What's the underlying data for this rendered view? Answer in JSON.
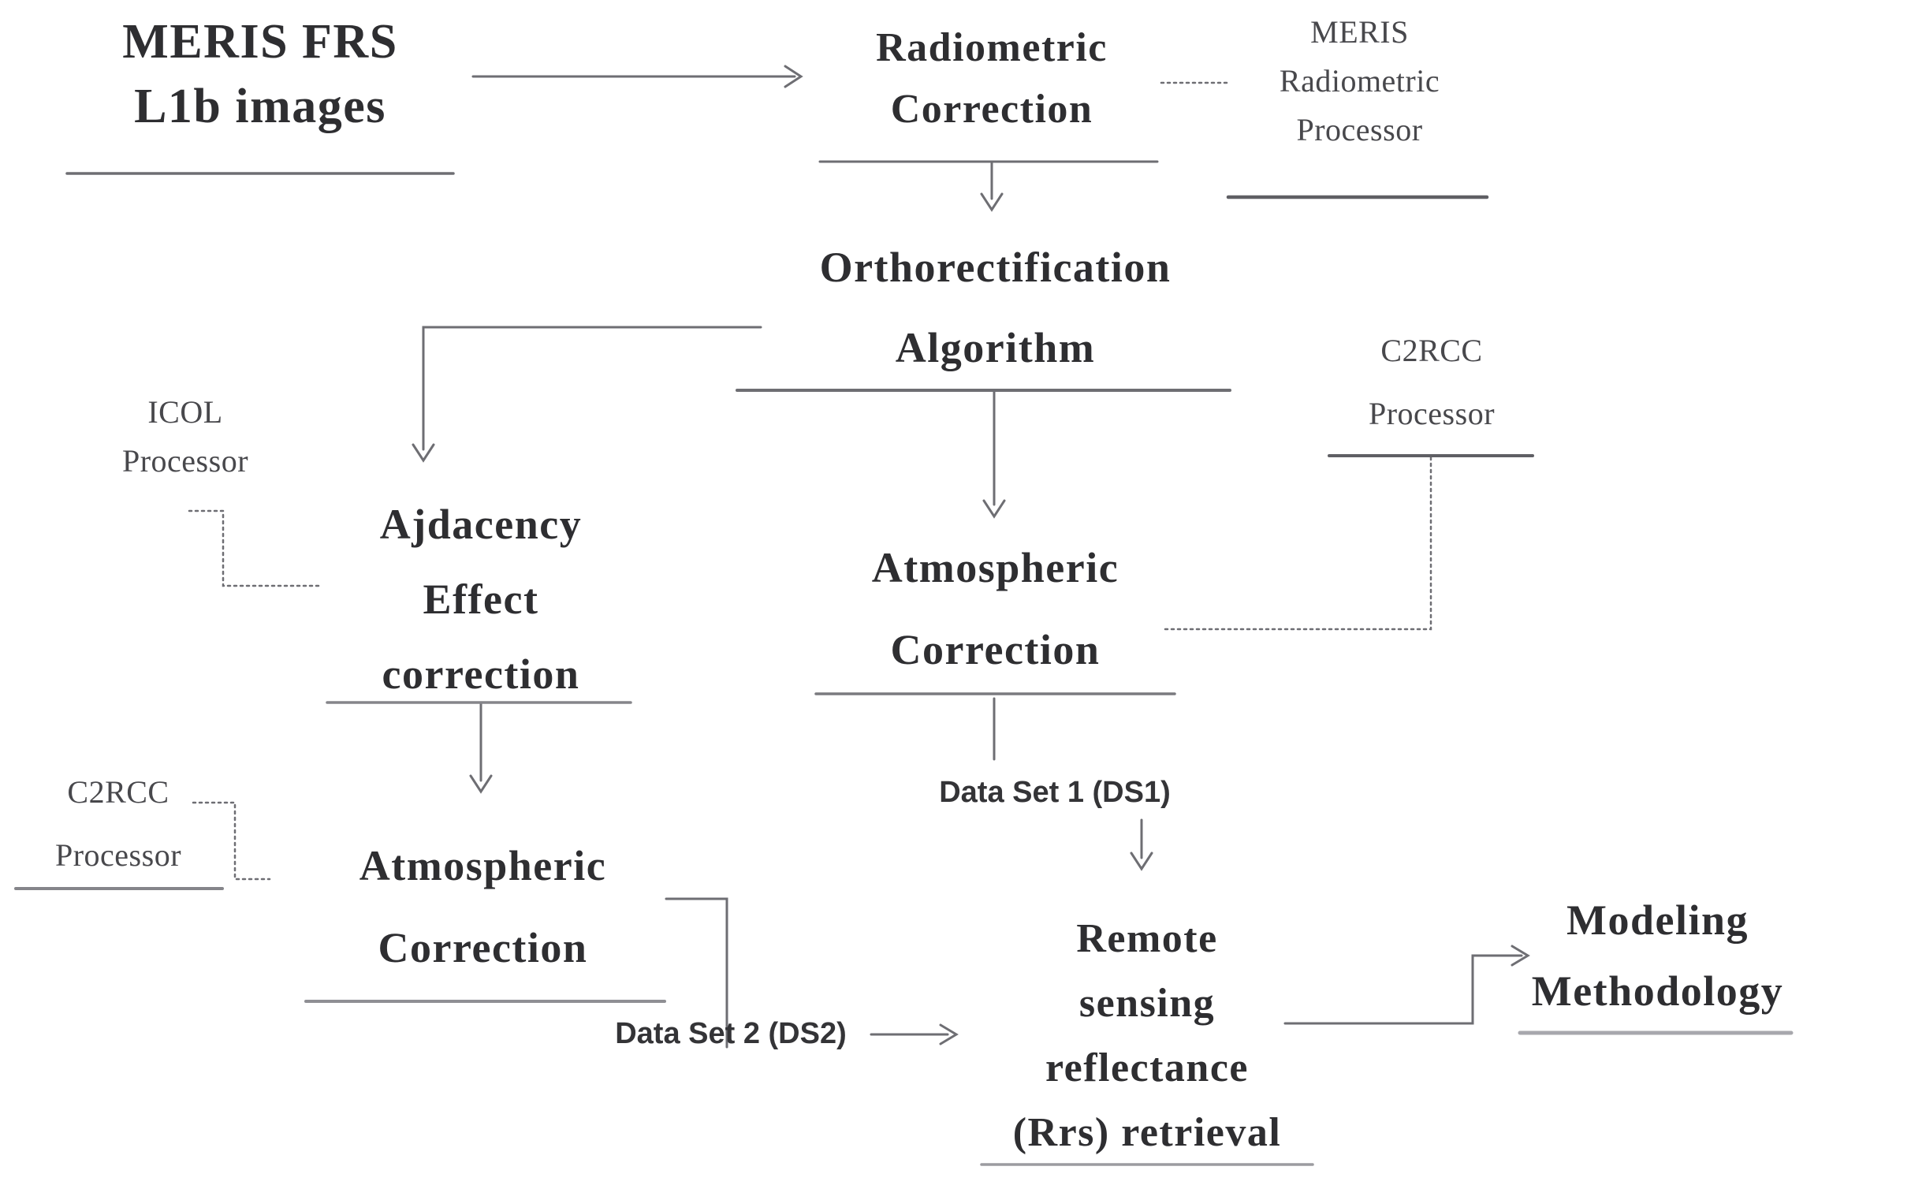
{
  "nodes": {
    "meris_frs": {
      "lines": [
        "MERIS FRS",
        "L1b images"
      ]
    },
    "radiometric_correction": {
      "lines": [
        "Radiometric",
        "Correction"
      ]
    },
    "meris_radiometric_processor": {
      "lines": [
        "MERIS",
        "Radiometric",
        "Processor"
      ]
    },
    "orthorectification_algorithm": {
      "lines": [
        "Orthorectification",
        "Algorithm"
      ]
    },
    "icol_processor": {
      "lines": [
        "ICOL",
        "Processor"
      ]
    },
    "adjacency_effect_correction": {
      "lines": [
        "Ajdacency",
        "Effect",
        "correction"
      ]
    },
    "c2rcc_processor_left": {
      "lines": [
        "C2RCC",
        "Processor"
      ]
    },
    "atmospheric_correction_left": {
      "lines": [
        "Atmospheric",
        "Correction"
      ]
    },
    "c2rcc_processor_right": {
      "lines": [
        "C2RCC",
        "Processor"
      ]
    },
    "atmospheric_correction_right": {
      "lines": [
        "Atmospheric",
        "Correction"
      ]
    },
    "data_set_1": {
      "label": "Data Set 1 (DS1)"
    },
    "data_set_2": {
      "label": "Data Set 2 (DS2)"
    },
    "remote_sensing_reflectance_retrieval": {
      "lines": [
        "Remote",
        "sensing",
        "reflectance",
        "(Rrs) retrieval"
      ]
    },
    "modeling_methodology": {
      "lines": [
        "Modeling",
        "Methodology"
      ]
    }
  },
  "colors": {
    "text_primary": "#2e2e31",
    "text_secondary": "#48484c",
    "connector_line": "#6e6e73",
    "underline_dark": "#5f5f64",
    "underline_light": "#a8a8ad",
    "background": "#ffffff"
  }
}
